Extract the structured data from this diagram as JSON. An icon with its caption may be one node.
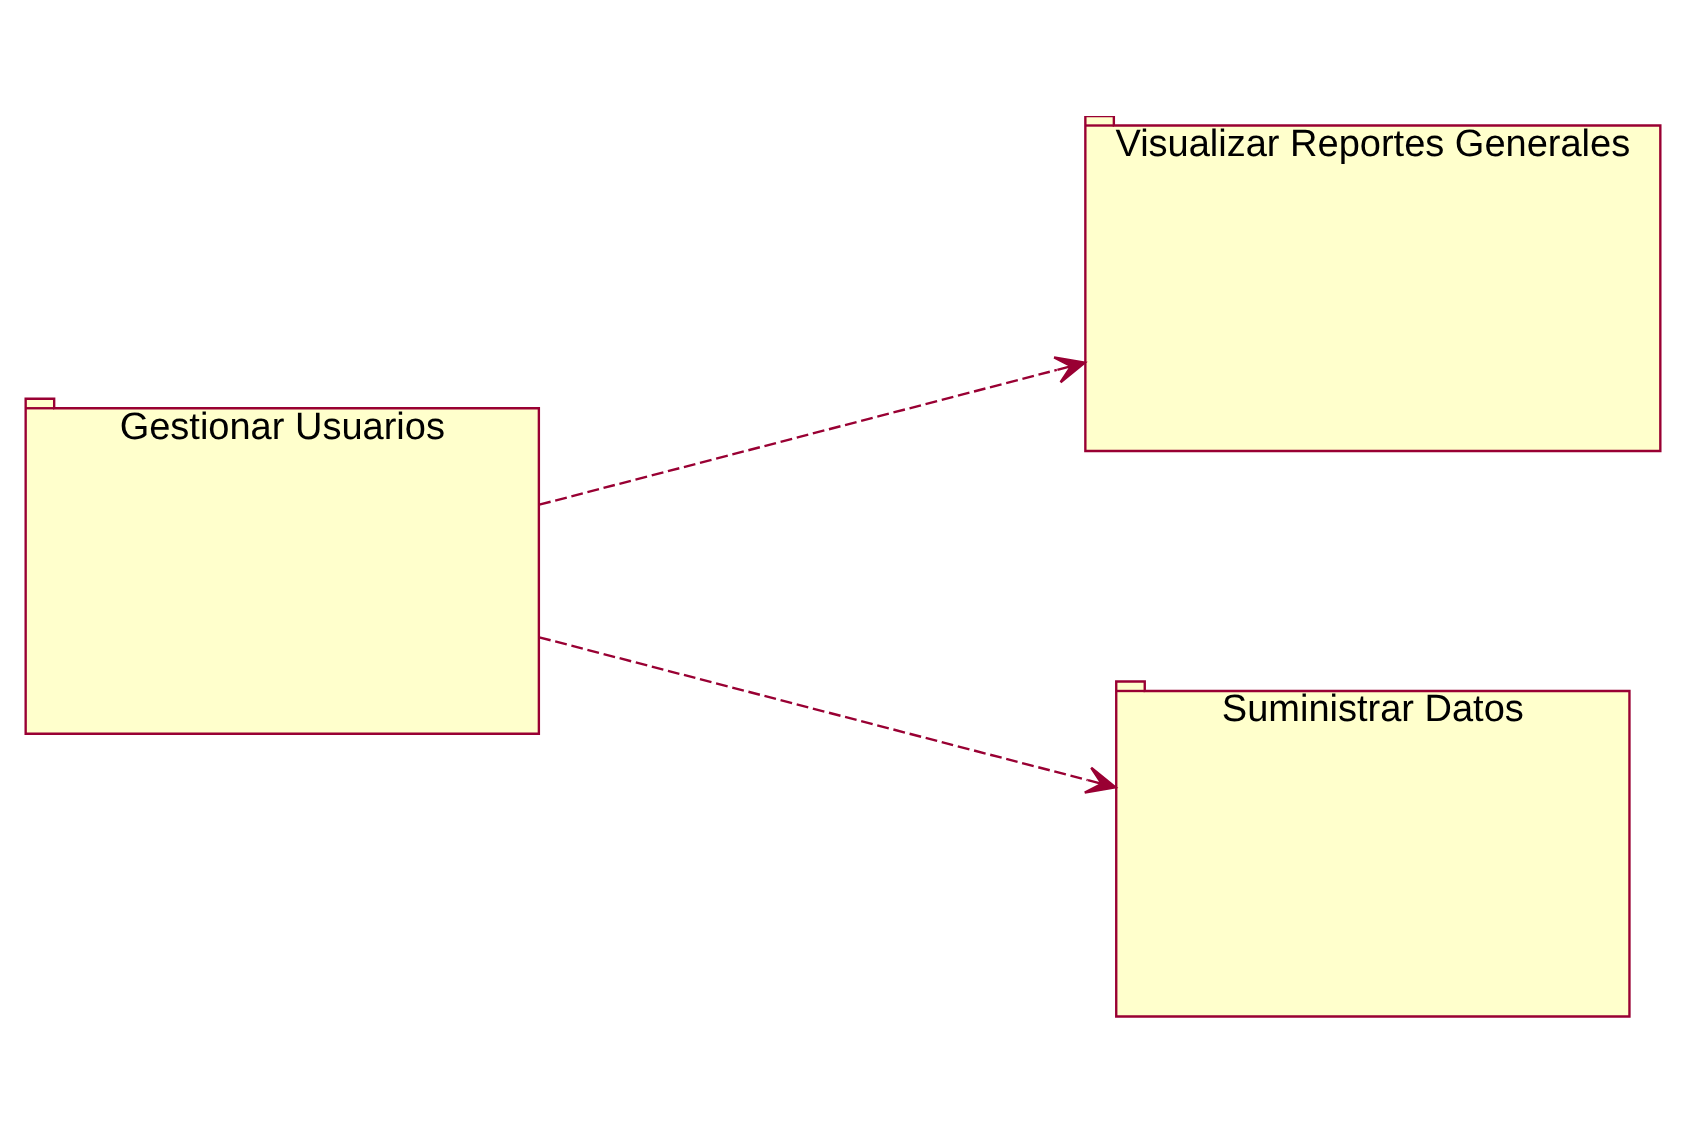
{
  "diagram": {
    "nodes": [
      {
        "text": [
          "Gestionar Usuarios"
        ]
      },
      {
        "text": [
          "Visualizar Reportes Generales"
        ]
      },
      {
        "text": [
          "Suministrar Datos"
        ]
      }
    ],
    "edges": [
      {
        "from": 0,
        "to": 1,
        "arrow": "to",
        "style": "dashed"
      },
      {
        "from": 0,
        "to": 2,
        "arrow": "to",
        "style": "dashed"
      }
    ]
  }
}
